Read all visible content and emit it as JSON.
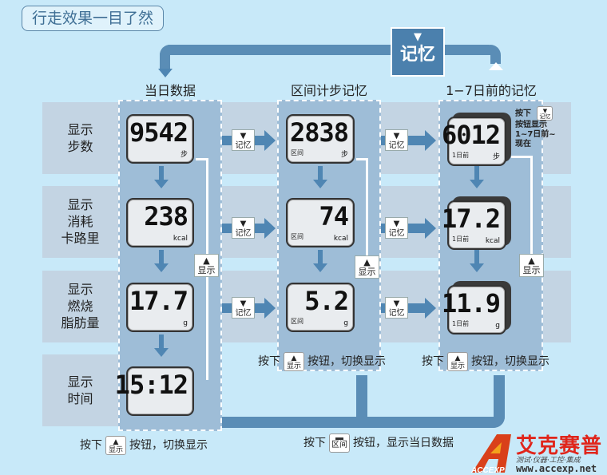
{
  "title": "行走效果一目了然",
  "memory_button": {
    "arrow": "▼",
    "label": "记忆"
  },
  "columns": [
    "当日数据",
    "区间计步记忆",
    "1−7日前的记忆"
  ],
  "rows": [
    [
      "显示",
      "步数"
    ],
    [
      "显示",
      "消耗",
      "卡路里"
    ],
    [
      "显示",
      "燃烧",
      "脂肪量"
    ],
    [
      "显示",
      "时间"
    ]
  ],
  "today": {
    "steps": "9542",
    "steps_unit": "步",
    "kcal": "238",
    "kcal_unit": "kcal",
    "fat": "17.7",
    "fat_unit": "g",
    "time": "15:12"
  },
  "interval": {
    "tag": "区间",
    "steps": "2838",
    "steps_unit": "步",
    "kcal": "74",
    "kcal_unit": "kcal",
    "fat": "5.2",
    "fat_unit": "g"
  },
  "past": {
    "tag": "1日前",
    "steps": "6012",
    "steps_unit": "步",
    "kcal": "17.2",
    "kcal_unit": "kcal",
    "fat": "11.9",
    "fat_unit": "g"
  },
  "connector_button": {
    "arrow": "▼",
    "label": "记忆"
  },
  "display_button": {
    "arrow": "▲",
    "label": "显示"
  },
  "interval_button": {
    "label": "区间"
  },
  "past_note": {
    "press": "按下",
    "lines": [
      "按钮显示",
      "1~7日前~",
      "现在"
    ]
  },
  "captions": {
    "press": "按下",
    "switch": "按钮，切换显示",
    "show_today": "按钮，显示当日数据"
  },
  "logo": {
    "name": "艾克赛普",
    "tagline": "测试·仪器·工控·集成",
    "url": "www.accexp.net",
    "mark": "ACCEXP"
  },
  "colors": {
    "background": "#c8e9f9",
    "arrow": "#4f86b3",
    "column": "#9ebdd7",
    "row": "#c3d4e3"
  }
}
